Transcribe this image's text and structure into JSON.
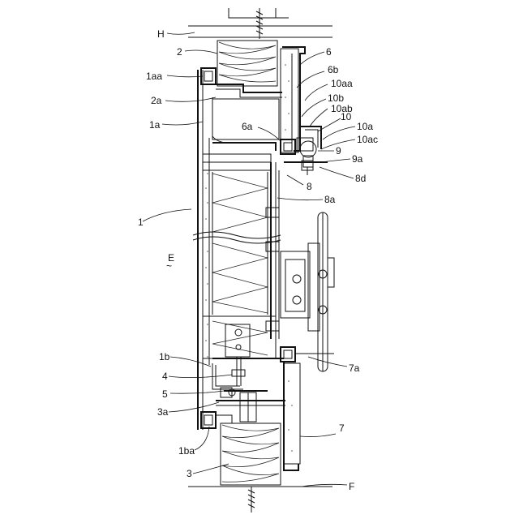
{
  "figure": {
    "labels": {
      "H": "H",
      "n2": "2",
      "n1aa": "1aa",
      "n2a": "2a",
      "n1a": "1a",
      "n1": "1",
      "E": "E",
      "tilde": "~",
      "n1b": "1b",
      "n4": "4",
      "n5": "5",
      "n3a": "3a",
      "n1ba": "1ba",
      "n3": "3",
      "F": "F",
      "n6": "6",
      "n6b": "6b",
      "n10aa": "10aa",
      "n10b": "10b",
      "n10ab": "10ab",
      "n6a": "6a",
      "n10": "10",
      "n10a": "10a",
      "n10ac": "10ac",
      "n9": "9",
      "n9a": "9a",
      "n8d": "8d",
      "n8": "8",
      "n8a": "8a",
      "n7a": "7a",
      "n7": "7"
    }
  }
}
